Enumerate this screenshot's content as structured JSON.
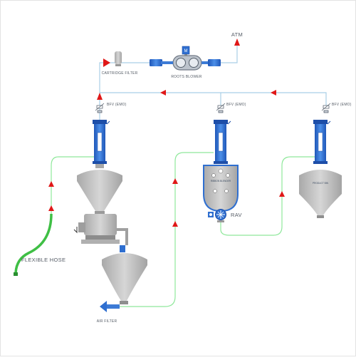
{
  "labels": {
    "atm": "ATM",
    "cartridge_filter": "CARTRIDGE FILTER",
    "roots_blower": "ROOTS BLOWER",
    "bfv_1": "BFV (EMO)",
    "bfv_2": "BFV (EMO)",
    "bfv_3": "BFV (EMO)",
    "flexible_hose": "FLEXIBLE HOSE",
    "air_filter": "AIR FILTER",
    "rav": "RAV",
    "mixer_tag": "RIBBON BLENDER",
    "product_tag": "PRODUCT BIN",
    "blower_icon": "M"
  },
  "colors": {
    "vacuum_line": "#a9cfe6",
    "conveying_line": "#8fe89b",
    "flexible_hose": "#3fbf45",
    "receiver_blue": "#2f6fd0",
    "vessel_grey": "#c4c4c4",
    "arrow_red": "#e01818"
  }
}
